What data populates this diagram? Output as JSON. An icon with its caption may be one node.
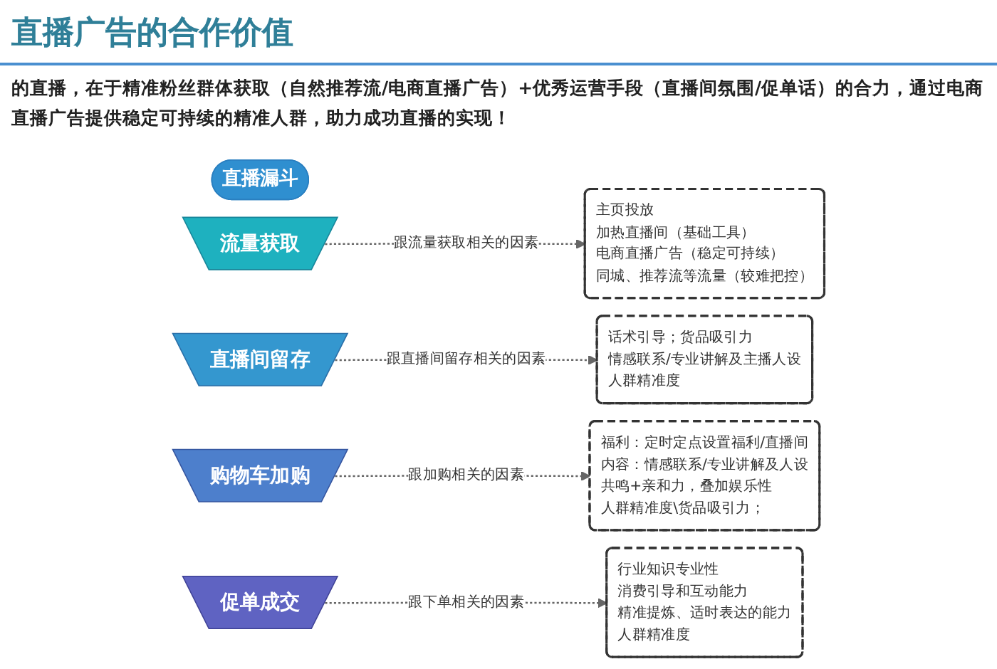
{
  "diagram": {
    "title": "直播广告的合作价值",
    "nodes": [
      {
        "text": [
          "直播漏斗"
        ]
      },
      {
        "text": [
          "流量获取"
        ]
      },
      {
        "text": [
          "直播间留存"
        ]
      },
      {
        "text": [
          "购物车加购"
        ]
      },
      {
        "text": [
          "促单成交"
        ]
      },
      {
        "text": [
          "主页投放",
          "加热直播间（基础工具）",
          "电商直播广告（稳定可持续）",
          "同城、推荐流等流量（较难把控）"
        ]
      },
      {
        "text": [
          "话术引导；货品吸引力",
          "情感联系/专业讲解及主播人设",
          "人群精准度"
        ]
      },
      {
        "text": [
          "福利：定时定点设置福利/直播间",
          "内容：情感联系/专业讲解及人设",
          "共鸣+亲和力，叠加娱乐性",
          "人群精准度\\货品吸引力；"
        ]
      },
      {
        "text": [
          "行业知识专业性",
          "消费引导和互动能力",
          "精准提炼、适时表达的能力",
          "人群精准度"
        ]
      }
    ],
    "edges": [
      {
        "from": 1,
        "to": 5,
        "arrow": "to",
        "label": "跟流量获取相关的因素",
        "style": "dashed"
      },
      {
        "from": 2,
        "to": 6,
        "arrow": "to",
        "label": "跟直播间留存相关的因素",
        "style": "dashed"
      },
      {
        "from": 3,
        "to": 7,
        "arrow": "to",
        "label": "跟加购相关的因素",
        "style": "dashed"
      },
      {
        "from": 4,
        "to": 8,
        "arrow": "to",
        "label": "跟下单相关的因素",
        "style": "dashed"
      }
    ],
    "labels": [
      "的直播，在于精准粉丝群体获取（自然推荐流/电商直播广告）+优秀运营手段（直播间氛围/促单话）的合力，通过电商直播广告提供稳定可持续的精准人群，助力成功直播的实现！"
    ]
  }
}
